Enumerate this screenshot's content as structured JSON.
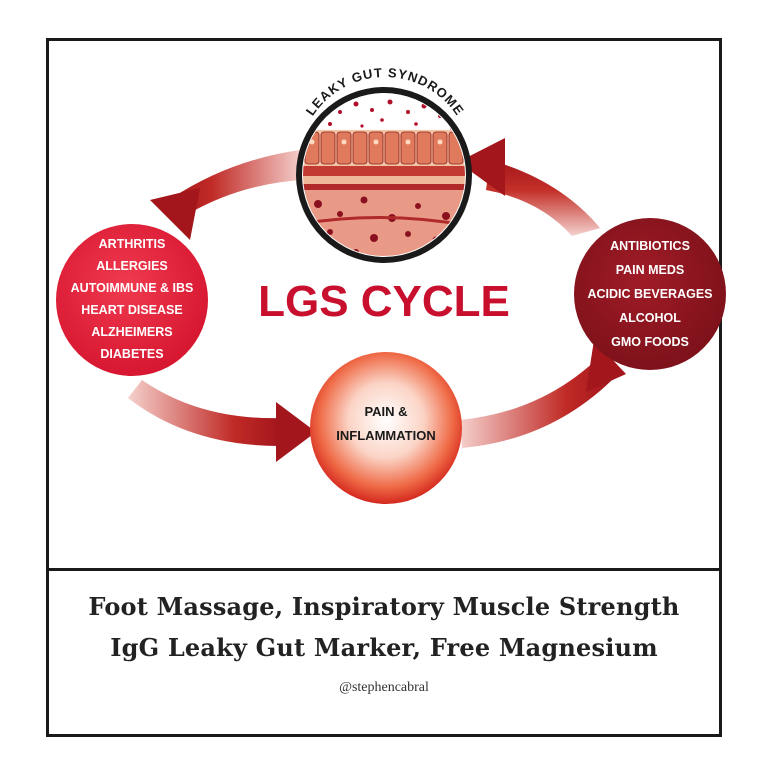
{
  "diagram": {
    "top_badge": "LEAKY GUT SYNDROME",
    "center_title": "LGS CYCLE",
    "left_circle": [
      "ARTHRITIS",
      "ALLERGIES",
      "AUTOIMMUNE & IBS",
      "HEART DISEASE",
      "ALZHEIMERS",
      "DIABETES"
    ],
    "right_circle": [
      "ANTIBIOTICS",
      "PAIN MEDS",
      "ACIDIC BEVERAGES",
      "ALCOHOL",
      "GMO FOODS"
    ],
    "bottom_circle": [
      "PAIN &",
      "INFLAMMATION"
    ],
    "colors": {
      "left_circle": "#e41d3a",
      "right_circle": "#8e1620",
      "title": "#c8102e",
      "arrow": "#b81c22",
      "bottom_circle_edge": "#d4281e"
    }
  },
  "caption": {
    "line1": "Foot Massage, Inspiratory Muscle Strength",
    "line2": "IgG Leaky Gut Marker, Free Magnesium",
    "handle": "@stephencabral"
  }
}
